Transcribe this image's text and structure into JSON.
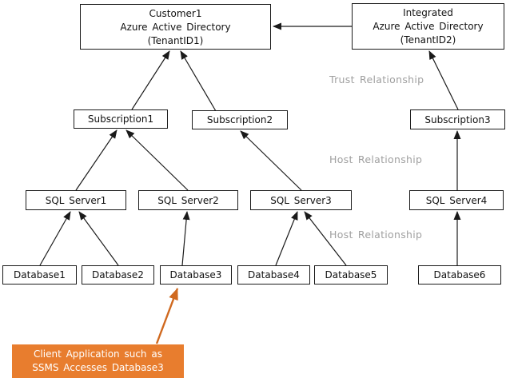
{
  "nodes": {
    "customer1_aad": {
      "line1": "Customer1",
      "line2": "Azure Active Directory",
      "line3": "(TenantID1)"
    },
    "integrated_aad": {
      "line1": "Integrated",
      "line2": "Azure Active Directory",
      "line3": "(TenantID2)"
    },
    "subscription1": {
      "label": "Subscription1"
    },
    "subscription2": {
      "label": "Subscription2"
    },
    "subscription3": {
      "label": "Subscription3"
    },
    "sql_server1": {
      "label": "SQL Server1"
    },
    "sql_server2": {
      "label": "SQL Server2"
    },
    "sql_server3": {
      "label": "SQL Server3"
    },
    "sql_server4": {
      "label": "SQL Server4"
    },
    "database1": {
      "label": "Database1"
    },
    "database2": {
      "label": "Database2"
    },
    "database3": {
      "label": "Database3"
    },
    "database4": {
      "label": "Database4"
    },
    "database5": {
      "label": "Database5"
    },
    "database6": {
      "label": "Database6"
    }
  },
  "labels": {
    "trust_relationship": "Trust Relationship",
    "host_relationship_1": "Host Relationship",
    "host_relationship_2": "Host Relationship"
  },
  "callout": {
    "line1": "Client Application such as",
    "line2": "SSMS Accesses Database3"
  },
  "colors": {
    "box_border": "#1a1a1a",
    "box_fill": "#ffffff",
    "connector": "#1a1a1a",
    "relationship_label": "#a0a0a0",
    "callout_fill": "#e87d2e",
    "callout_text": "#ffffff",
    "callout_arrow": "#d0691f"
  }
}
